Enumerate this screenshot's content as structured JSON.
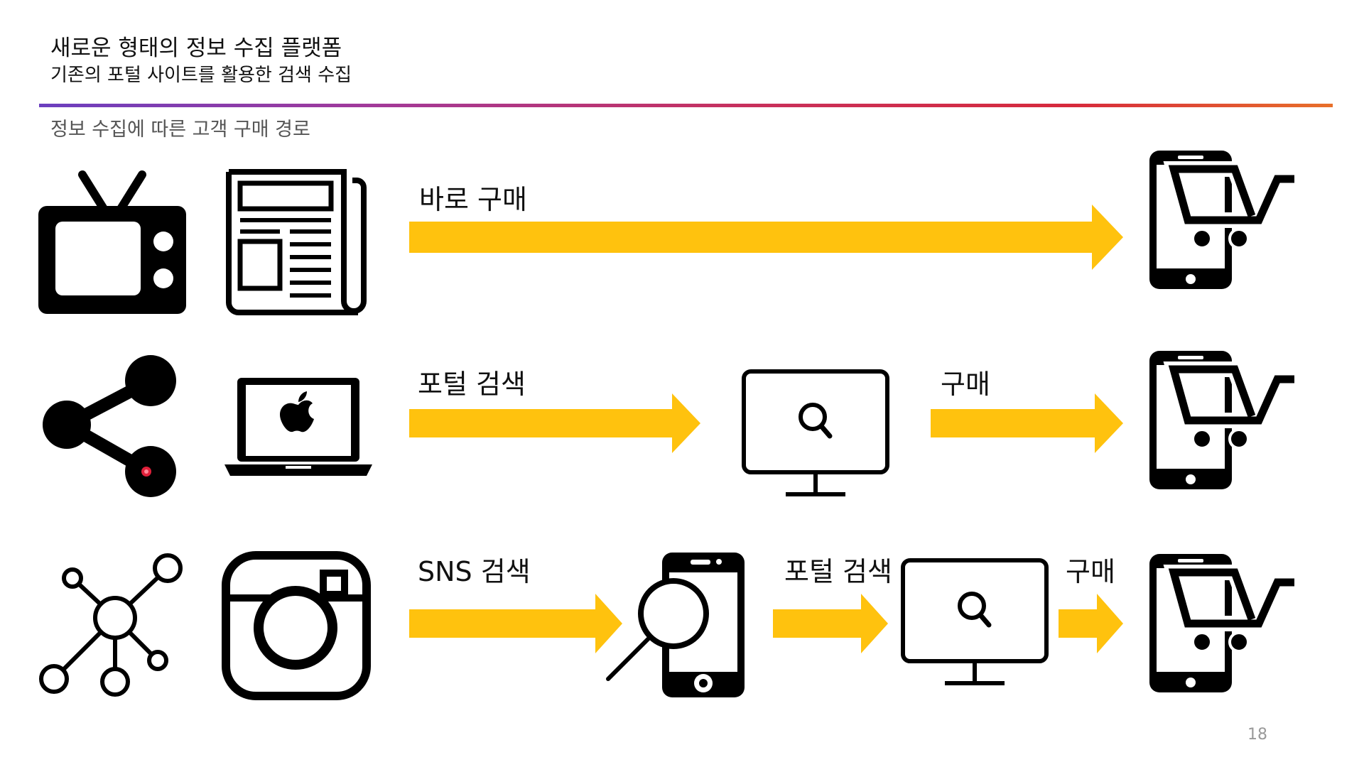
{
  "header": {
    "title_line1": "새로운 형태의 정보 수집 플랫폼",
    "title_line2": "기존의 포털 사이트를 활용한 검색 수집"
  },
  "subtitle": "정보 수집에 따른 고객 구매 경로",
  "rows": [
    {
      "label": "바로 구매"
    },
    {
      "label_search": "포털 검색",
      "label_buy": "구매"
    },
    {
      "label_sns": "SNS 검색",
      "label_portal": "포털 검색",
      "label_buy": "구매"
    }
  ],
  "icons": [
    "tv-icon",
    "newspaper-icon",
    "share-icon",
    "laptop-icon",
    "network-icon",
    "camera-icon",
    "mobile-search-icon",
    "monitor-search-icon",
    "mobile-cart-icon"
  ],
  "colors": {
    "arrow": "#FFC20E",
    "rule_start": "#6b3fbf",
    "rule_end": "#e8702a"
  },
  "page_number": "18"
}
